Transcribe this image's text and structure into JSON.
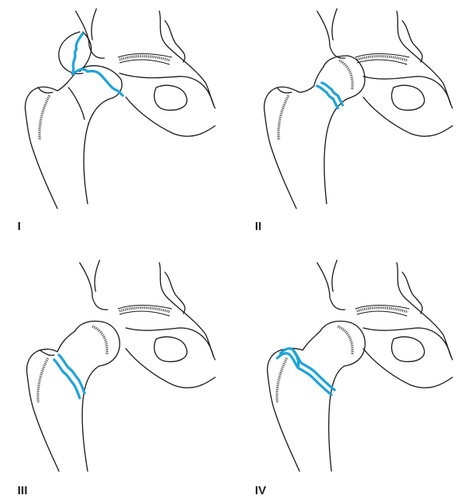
{
  "figure": {
    "accent_color": "#1fa3d8",
    "panels": [
      {
        "label": "I",
        "fracture": "head"
      },
      {
        "label": "II",
        "fracture": "subcapital"
      },
      {
        "label": "III",
        "fracture": "transcervical"
      },
      {
        "label": "IV",
        "fracture": "intertrochanteric"
      }
    ]
  }
}
